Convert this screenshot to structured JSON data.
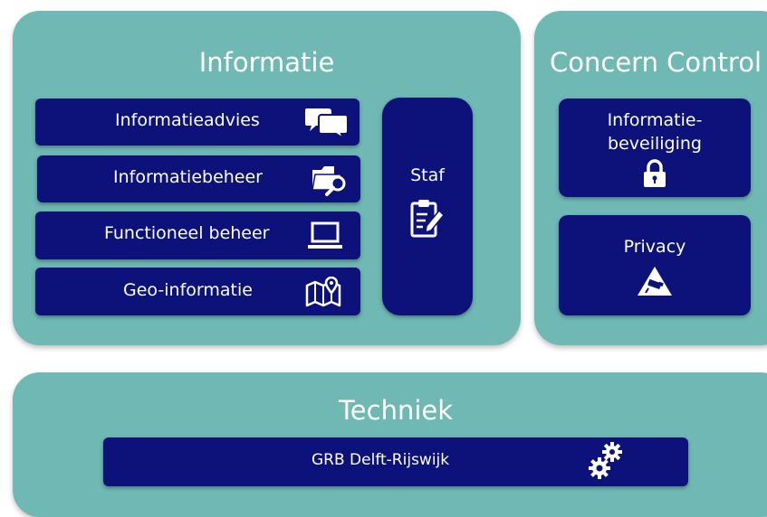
{
  "informatie": {
    "title": "Informatie",
    "items": [
      {
        "label": "Informatieadvies",
        "icon": "chat-bubbles-icon"
      },
      {
        "label": "Informatiebeheer",
        "icon": "folder-search-icon"
      },
      {
        "label": "Functioneel beheer",
        "icon": "laptop-icon"
      },
      {
        "label": "Geo-informatie",
        "icon": "map-pin-icon"
      }
    ],
    "staf": {
      "label": "Staf",
      "icon": "clipboard-edit-icon"
    }
  },
  "concern_control": {
    "title": "Concern Control",
    "items": [
      {
        "label_line1": "Informatie-",
        "label_line2": "beveiliging",
        "icon": "lock-icon"
      },
      {
        "label": "Privacy",
        "icon": "camera-warning-icon"
      }
    ]
  },
  "techniek": {
    "title": "Techniek",
    "item": {
      "label": "GRB Delft-Rijswijk",
      "icon": "gears-icon"
    }
  },
  "colors": {
    "panel": "#6fb8b4",
    "box": "#0d127a",
    "text": "#ffffff"
  }
}
